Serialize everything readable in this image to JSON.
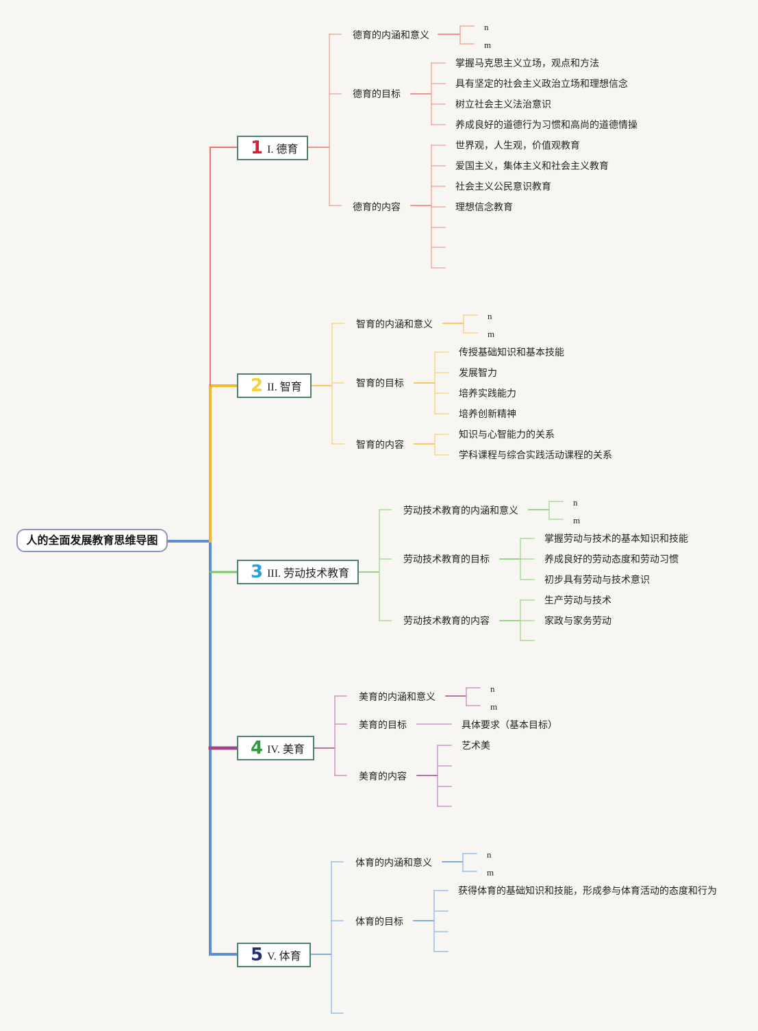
{
  "root": {
    "title": "人的全面发展教育思维导图"
  },
  "branches": [
    {
      "num": "1",
      "title": "I. 德育",
      "color": "#e8776a",
      "children": [
        {
          "title": "德育的内涵和意义",
          "items": [
            "n",
            "m"
          ]
        },
        {
          "title": "德育的目标",
          "items": [
            "掌握马克思主义立场，观点和方法",
            "具有坚定的社会主义政治立场和理想信念",
            "树立社会主义法治意识",
            "养成良好的道德行为习惯和高尚的道德情操"
          ]
        },
        {
          "title": "德育的内容",
          "items": [
            "世界观，人生观，价值观教育",
            "爱国主义，集体主义和社会主义教育",
            "社会主义公民意识教育",
            "理想信念教育",
            "",
            "",
            ""
          ]
        }
      ]
    },
    {
      "num": "2",
      "title": "II. 智育",
      "color": "#f5b82e",
      "children": [
        {
          "title": "智育的内涵和意义",
          "items": [
            "n",
            "m"
          ]
        },
        {
          "title": "智育的目标",
          "items": [
            "传授基础知识和基本技能",
            "发展智力",
            "培养实践能力",
            "培养创新精神"
          ]
        },
        {
          "title": "智育的内容",
          "items": [
            "知识与心智能力的关系",
            "学科课程与综合实践活动课程的关系"
          ]
        }
      ]
    },
    {
      "num": "3",
      "title": "III. 劳动技术教育",
      "color": "#7cc66a",
      "children": [
        {
          "title": "劳动技术教育的内涵和意义",
          "items": [
            "n",
            "m"
          ]
        },
        {
          "title": "劳动技术教育的目标",
          "items": [
            "掌握劳动与技术的基本知识和技能",
            "养成良好的劳动态度和劳动习惯",
            "初步具有劳动与技术意识"
          ]
        },
        {
          "title": "劳动技术教育的内容",
          "items": [
            "生产劳动与技术",
            "家政与家务劳动",
            ""
          ]
        }
      ]
    },
    {
      "num": "4",
      "title": "IV. 美育",
      "color": "#a0468c",
      "children": [
        {
          "title": "美育的内涵和意义",
          "items": [
            "n",
            "m"
          ]
        },
        {
          "title": "美育的目标",
          "items": [
            "具体要求（基本目标）"
          ]
        },
        {
          "title": "美育的内容",
          "items": [
            "艺术美",
            "",
            "",
            ""
          ]
        }
      ]
    },
    {
      "num": "5",
      "title": "V. 体育",
      "color": "#5b8fd0",
      "children": [
        {
          "title": "体育的内涵和意义",
          "items": [
            "n",
            "m"
          ]
        },
        {
          "title": "体育的目标",
          "items": [
            "获得体育的基础知识和技能，形成参与体育活动的态度和行为",
            "",
            "",
            ""
          ]
        },
        {
          "title": "",
          "items": []
        }
      ]
    }
  ],
  "style": {
    "num_colors": [
      "#d81e3a",
      "#f5d23a",
      "#2a9fd8",
      "#2e9a3a",
      "#22307a"
    ],
    "light_colors": [
      "#f0aaa0",
      "#f8d68c",
      "#a9dc9a",
      "#cf97c4",
      "#9cbfe6"
    ],
    "trunk_color": "#5b8fd0"
  }
}
